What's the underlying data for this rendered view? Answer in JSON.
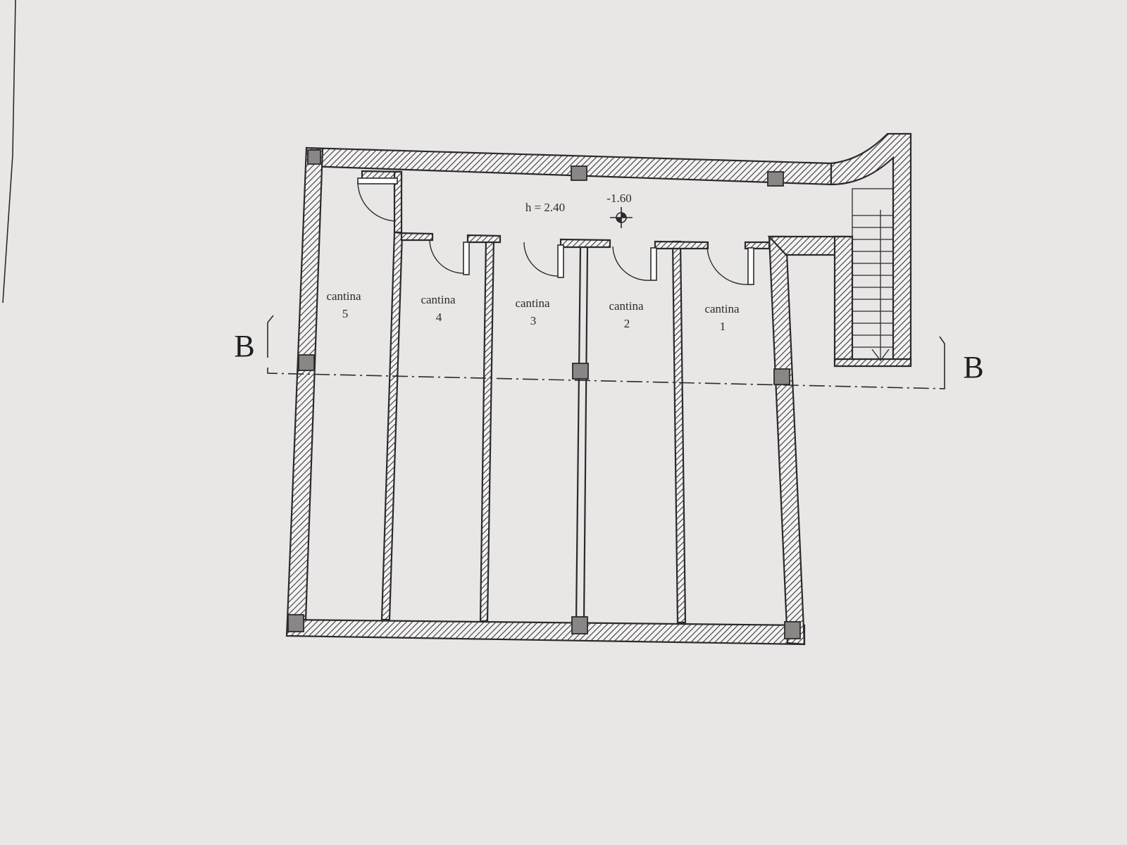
{
  "plan": {
    "height_label": "h = 2.40",
    "level_label": "-1.60",
    "section_left": "B",
    "section_right": "B",
    "rooms": [
      {
        "name": "cantina",
        "number": "5"
      },
      {
        "name": "cantina",
        "number": "4"
      },
      {
        "name": "cantina",
        "number": "3"
      },
      {
        "name": "cantina",
        "number": "2"
      },
      {
        "name": "cantina",
        "number": "1"
      }
    ]
  },
  "icons": {
    "level_marker": "crosshair-level-icon",
    "stair_direction": "arrow-down-icon"
  },
  "colors": {
    "paper": "#e9e6e6",
    "line": "#2b2b2b",
    "pillar": "#8a8686"
  }
}
